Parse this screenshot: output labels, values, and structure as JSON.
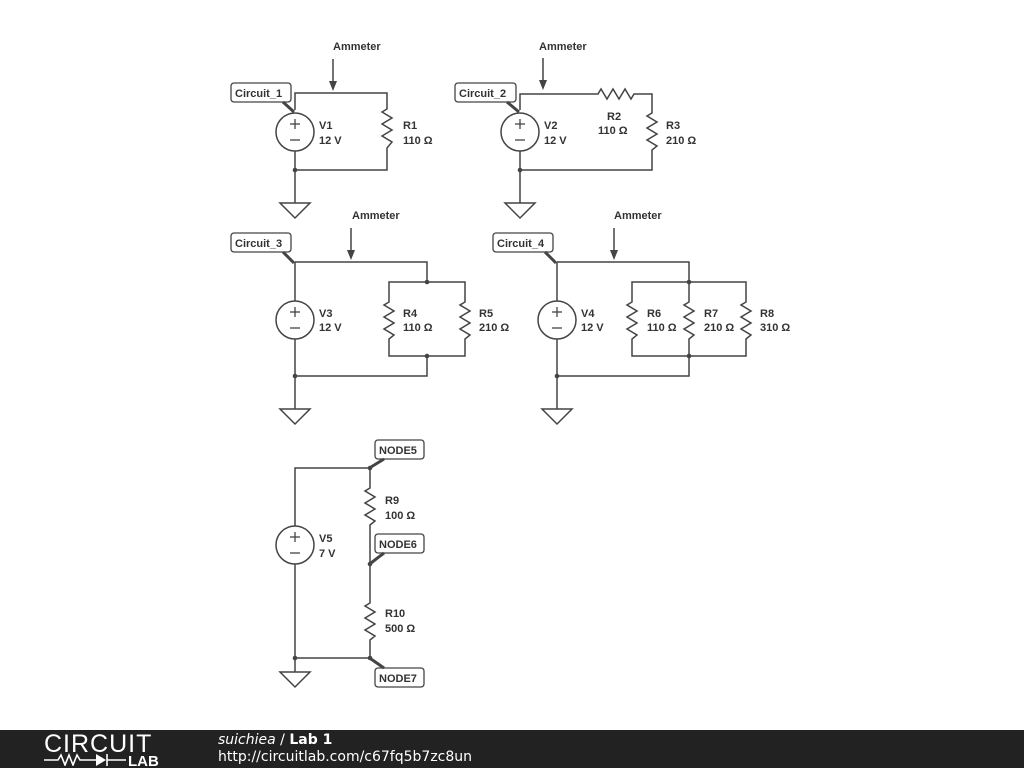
{
  "labels": {
    "ammeter": "Ammeter",
    "circuit_1": "Circuit_1",
    "circuit_2": "Circuit_2",
    "circuit_3": "Circuit_3",
    "circuit_4": "Circuit_4",
    "node5": "NODE5",
    "node6": "NODE6",
    "node7": "NODE7"
  },
  "sources": {
    "V1": {
      "name": "V1",
      "value": "12 V"
    },
    "V2": {
      "name": "V2",
      "value": "12 V"
    },
    "V3": {
      "name": "V3",
      "value": "12 V"
    },
    "V4": {
      "name": "V4",
      "value": "12 V"
    },
    "V5": {
      "name": "V5",
      "value": "7 V"
    }
  },
  "resistors": {
    "R1": {
      "name": "R1",
      "value": "110 Ω"
    },
    "R2": {
      "name": "R2",
      "value": "110 Ω"
    },
    "R3": {
      "name": "R3",
      "value": "210 Ω"
    },
    "R4": {
      "name": "R4",
      "value": "110 Ω"
    },
    "R5": {
      "name": "R5",
      "value": "210 Ω"
    },
    "R6": {
      "name": "R6",
      "value": "110 Ω"
    },
    "R7": {
      "name": "R7",
      "value": "210 Ω"
    },
    "R8": {
      "name": "R8",
      "value": "310 Ω"
    },
    "R9": {
      "name": "R9",
      "value": "100 Ω"
    },
    "R10": {
      "name": "R10",
      "value": "500 Ω"
    }
  },
  "footer": {
    "logo": "CIRCUIT",
    "logo_sub": "LAB",
    "user": "suichiea",
    "separator": " / ",
    "title": "Lab 1",
    "url": "http://circuitlab.com/c67fq5b7zc8un"
  }
}
